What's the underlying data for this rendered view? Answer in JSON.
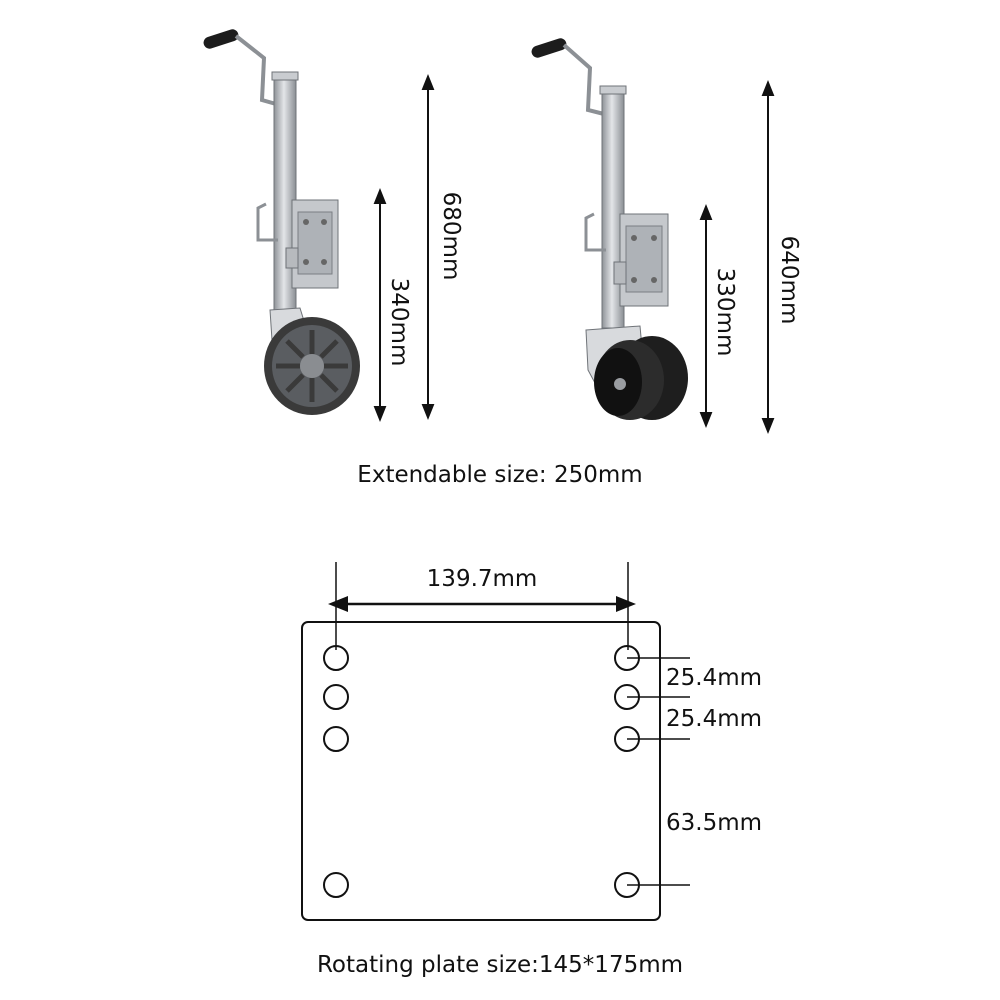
{
  "jack_left": {
    "total_height": "680mm",
    "lower_height": "340mm"
  },
  "jack_right": {
    "total_height": "640mm",
    "lower_height": "330mm"
  },
  "extend_caption": "Extendable size: 250mm",
  "plate": {
    "hole_spacing_horizontal": "139.7mm",
    "hole_spacing_1": "25.4mm",
    "hole_spacing_2": "25.4mm",
    "hole_spacing_3": "63.5mm",
    "size_caption": "Rotating plate size:145*175mm"
  },
  "colors": {
    "line": "#111111",
    "metal": "#b9bcc0",
    "metal_dark": "#7d8187",
    "tire": "#3a3a3a"
  }
}
